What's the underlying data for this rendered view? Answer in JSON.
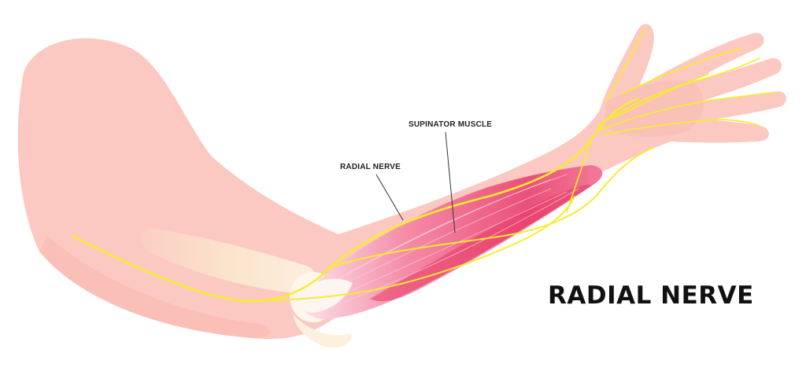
{
  "title": "RADIAL NERVE",
  "labels": {
    "supinator": "SUPINATOR MUSCLE",
    "radial_nerve": "RADIAL NERVE"
  },
  "colors": {
    "skin": "#fbc9c1",
    "skin_shade": "#f8b8ae",
    "bone": "#fbe6c8",
    "muscle": "#f06f8e",
    "muscle_dark": "#e23d6a",
    "tendon": "#fdf4ef",
    "nerve": "#f7ec2e",
    "leader": "#333333",
    "text": "#111111"
  }
}
